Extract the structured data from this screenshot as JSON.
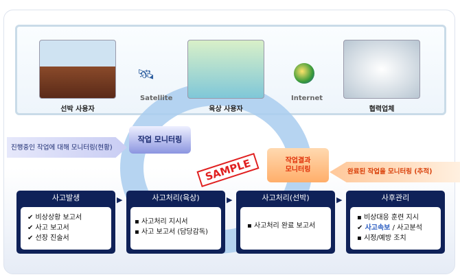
{
  "top": {
    "ship_user": "선박 사용자",
    "land_user": "육상 사용자",
    "partner": "협력업체",
    "satellite": "Satellite",
    "internet": "Internet"
  },
  "monitoring": {
    "work_monitoring": "작업 모니터링",
    "progress_note": "진행중인 작업에 대해 모니터링(현황)",
    "result_line1": "작업결과",
    "result_line2": "모니터링",
    "completed_note": "완료된 작업을 모니터링 (추적)"
  },
  "stamp": "SAMPLE",
  "boxes": [
    {
      "title": "사고발생",
      "items": [
        "✔ 비상상황 보고서",
        "✔ 사고 보고서",
        "✔ 선장 진술서"
      ]
    },
    {
      "title": "사고처리(육상)",
      "items": [
        "▪ 사고처리 지시서",
        "▪ 사고 보고서 (담당감독)"
      ]
    },
    {
      "title": "사고처리(선박)",
      "items": [
        "▪ 사고처리 완료 보고서"
      ]
    },
    {
      "title": "사후관리",
      "items": [
        "▪ 비상대응 훈련 지시",
        "사고속보",
        "/ 사고분석",
        "▪ 시정/예방 조치"
      ]
    }
  ],
  "colors": {
    "navy": "#0f2158",
    "orange": "#e0320a",
    "accent_blue": "#2a5cc0"
  }
}
